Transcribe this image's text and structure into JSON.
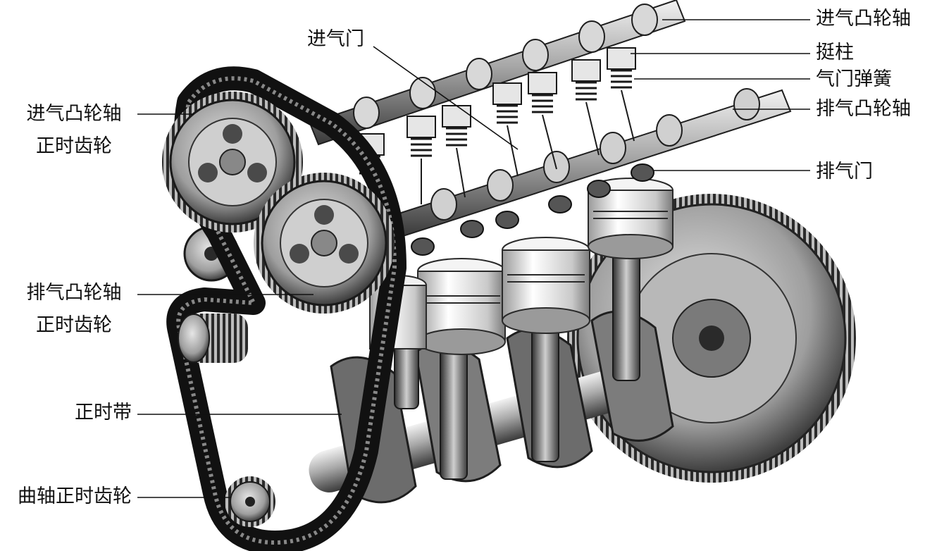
{
  "labels": {
    "intake_valve": "进气门",
    "intake_camshaft": "进气凸轮轴",
    "tappet": "挺柱",
    "valve_spring": "气门弹簧",
    "exhaust_camshaft": "排气凸轮轴",
    "exhaust_valve": "排气门",
    "intake_cam_gear_line1": "进气凸轮轴",
    "intake_cam_gear_line2": "正时齿轮",
    "exhaust_cam_gear_line1": "排气凸轮轴",
    "exhaust_cam_gear_line2": "正时齿轮",
    "timing_belt": "正时带",
    "crank_gear": "曲轴正时齿轮"
  }
}
